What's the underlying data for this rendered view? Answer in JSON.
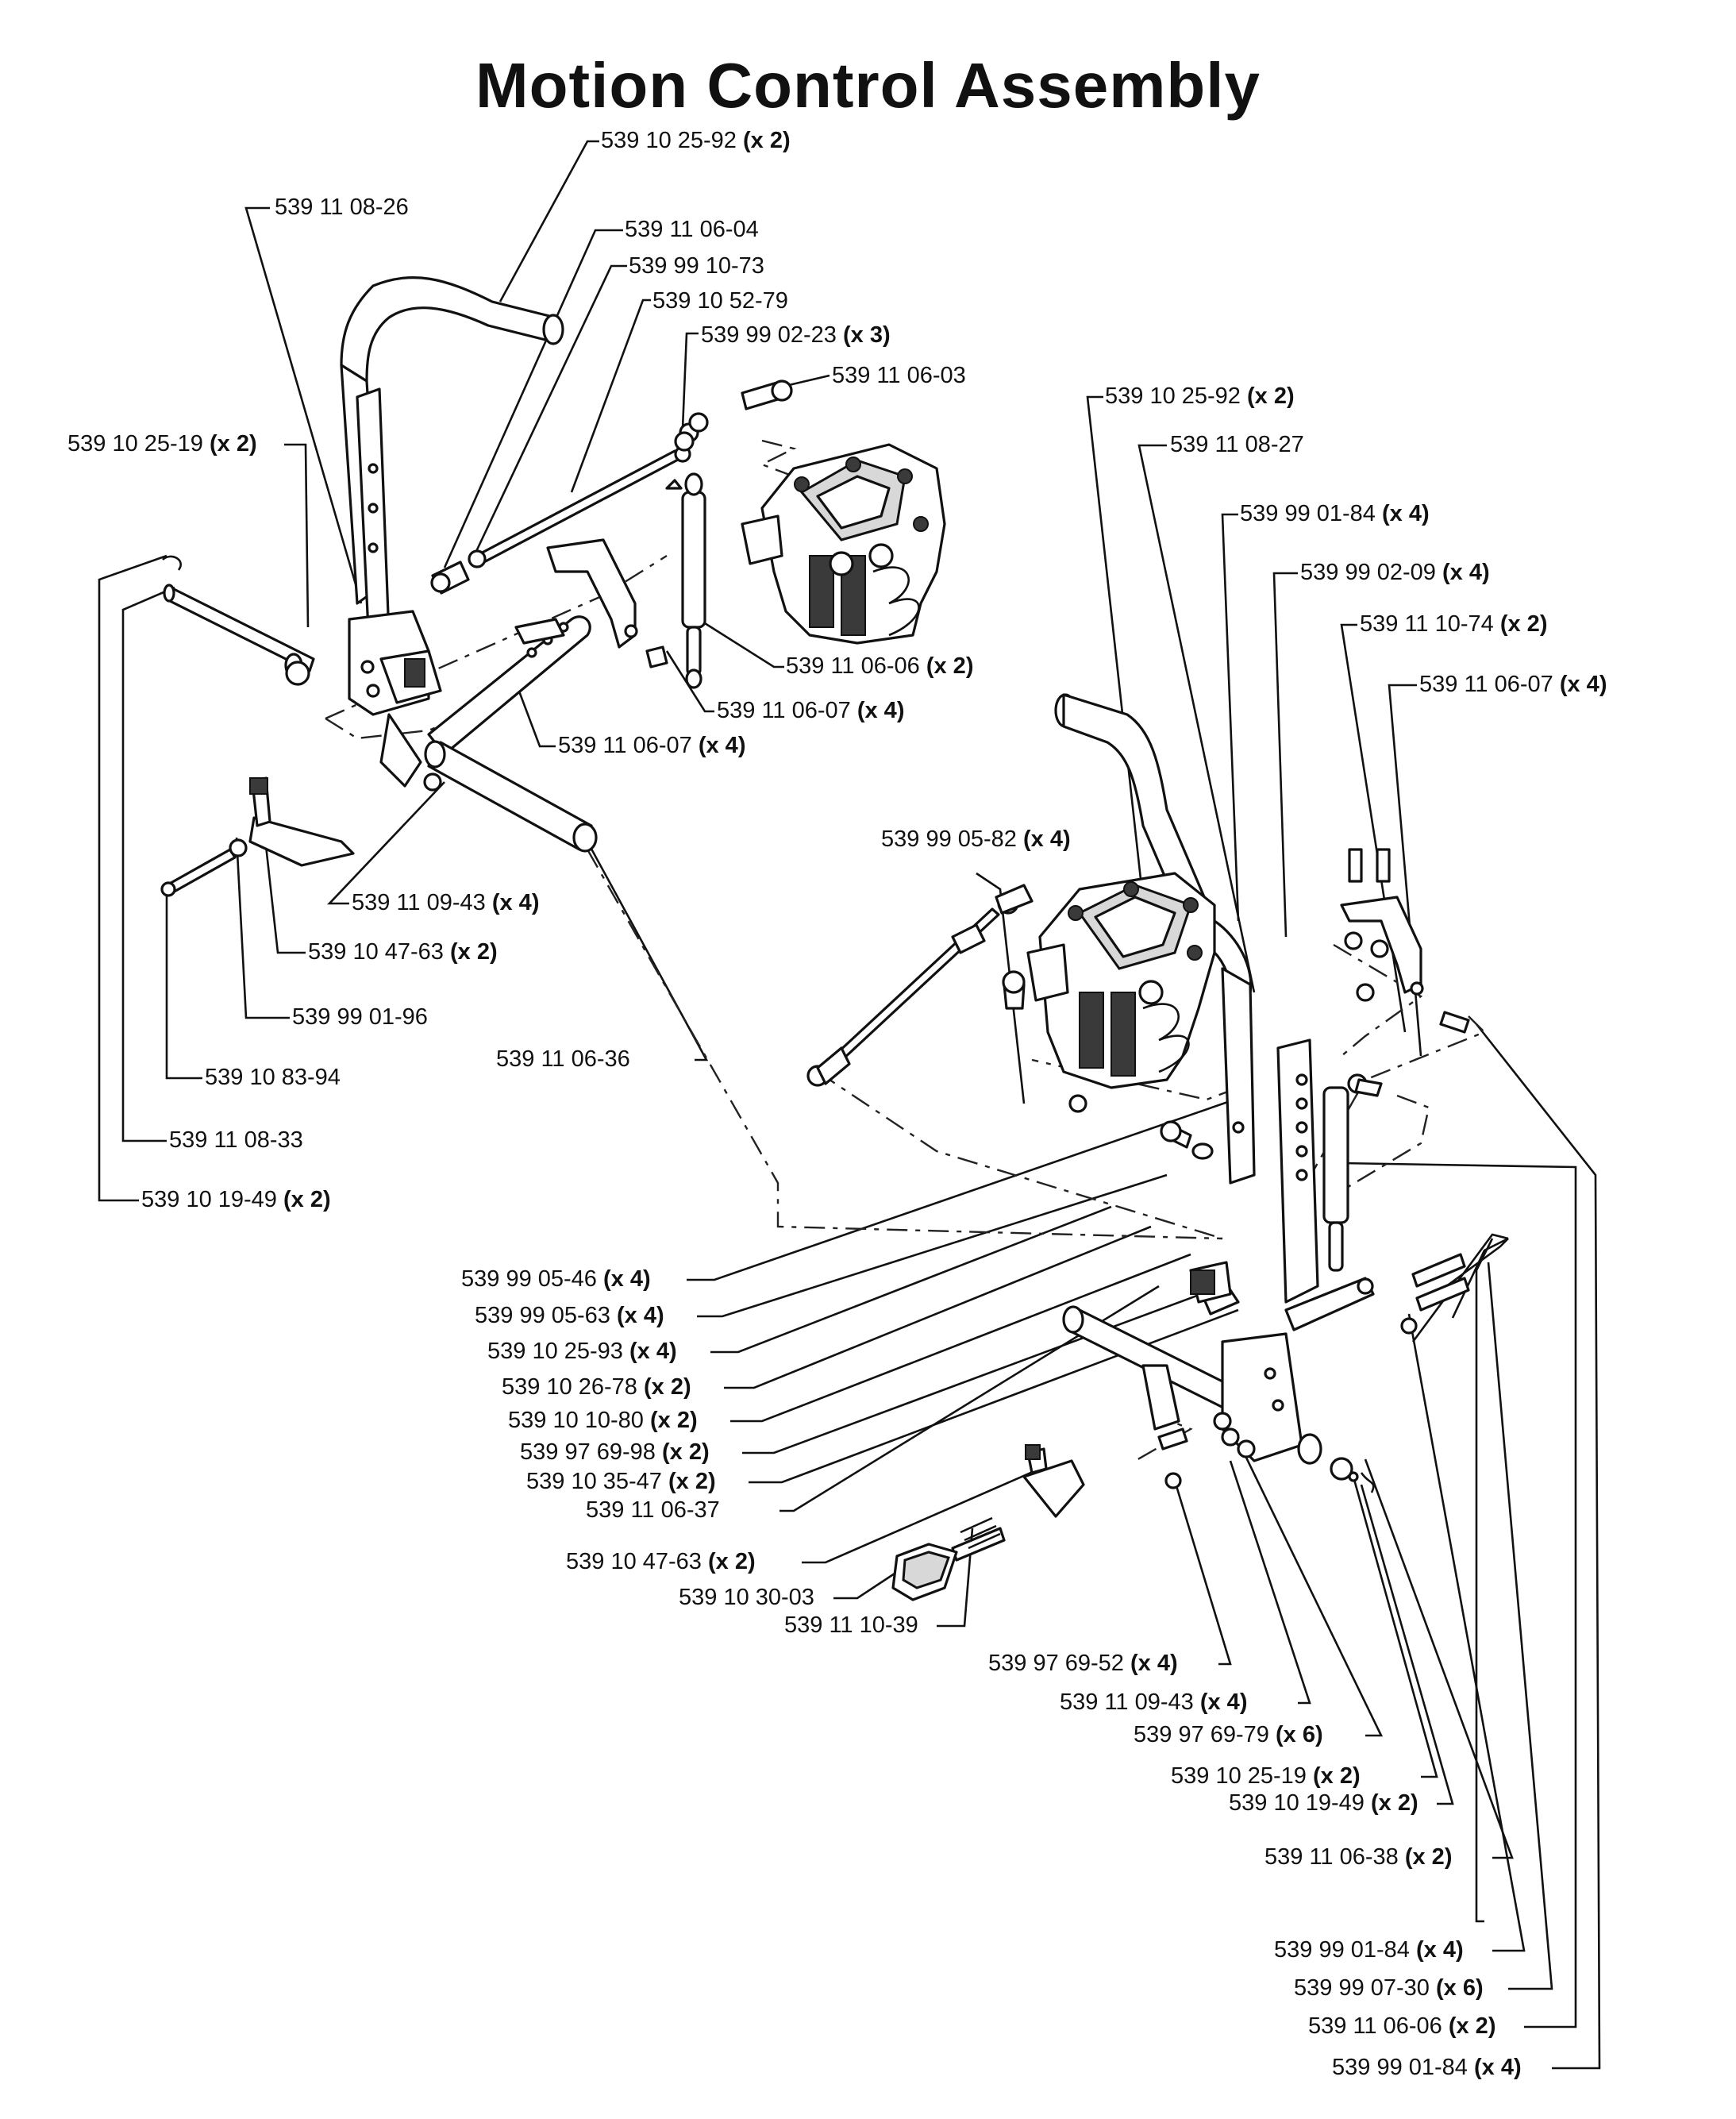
{
  "title": "Motion Control Assembly",
  "callouts": [
    {
      "part": "539 10 25-92",
      "qty": "(x 2)"
    },
    {
      "part": "539 11 08-26",
      "qty": ""
    },
    {
      "part": "539 11 06-04",
      "qty": ""
    },
    {
      "part": "539 99 10-73",
      "qty": ""
    },
    {
      "part": "539 10 52-79",
      "qty": ""
    },
    {
      "part": "539 99 02-23",
      "qty": "(x 3)"
    },
    {
      "part": "539 11 06-03",
      "qty": ""
    },
    {
      "part": "539 10 25-19",
      "qty": "(x 2)"
    },
    {
      "part": "539 10 25-92",
      "qty": "(x 2)"
    },
    {
      "part": "539 11 08-27",
      "qty": ""
    },
    {
      "part": "539 99 01-84",
      "qty": "(x 4)"
    },
    {
      "part": "539 99 02-09",
      "qty": "(x 4)"
    },
    {
      "part": "539 11 10-74",
      "qty": "(x 2)"
    },
    {
      "part": "539 11 06-07",
      "qty": "(x 4)"
    },
    {
      "part": "539 11 06-06",
      "qty": "(x 2)"
    },
    {
      "part": "539 11 06-07",
      "qty": "(x 4)"
    },
    {
      "part": "539 11 06-07",
      "qty": "(x 4)"
    },
    {
      "part": "539 99 05-82",
      "qty": "(x 4)"
    },
    {
      "part": "539 11 09-43",
      "qty": "(x 4)"
    },
    {
      "part": "539 10 47-63",
      "qty": "(x 2)"
    },
    {
      "part": "539 99 01-96",
      "qty": ""
    },
    {
      "part": "539 11 06-36",
      "qty": ""
    },
    {
      "part": "539 10 83-94",
      "qty": ""
    },
    {
      "part": "539 11 08-33",
      "qty": ""
    },
    {
      "part": "539 10 19-49",
      "qty": "(x 2)"
    },
    {
      "part": "539 99 05-46",
      "qty": "(x 4)"
    },
    {
      "part": "539 99 05-63",
      "qty": "(x 4)"
    },
    {
      "part": "539 10 25-93",
      "qty": "(x 4)"
    },
    {
      "part": "539 10 26-78",
      "qty": "(x 2)"
    },
    {
      "part": "539 10 10-80",
      "qty": "(x 2)"
    },
    {
      "part": "539 97 69-98",
      "qty": "(x 2)"
    },
    {
      "part": "539 10 35-47",
      "qty": "(x 2)"
    },
    {
      "part": "539 11 06-37",
      "qty": ""
    },
    {
      "part": "539 10 47-63",
      "qty": "(x 2)"
    },
    {
      "part": "539 10 30-03",
      "qty": ""
    },
    {
      "part": "539 11 10-39",
      "qty": ""
    },
    {
      "part": "539 97 69-52",
      "qty": "(x 4)"
    },
    {
      "part": "539 11 09-43",
      "qty": "(x 4)"
    },
    {
      "part": "539 97 69-79",
      "qty": "(x 6)"
    },
    {
      "part": "539 10 25-19",
      "qty": "(x 2)"
    },
    {
      "part": "539 10 19-49",
      "qty": "(x 2)"
    },
    {
      "part": "539 11 06-38",
      "qty": "(x 2)"
    },
    {
      "part": "539 99 01-84",
      "qty": "(x 4)"
    },
    {
      "part": "539 99 07-30",
      "qty": "(x 6)"
    },
    {
      "part": "539 11 06-06",
      "qty": "(x 2)"
    },
    {
      "part": "539 99 01-84",
      "qty": "(x 4)"
    }
  ]
}
